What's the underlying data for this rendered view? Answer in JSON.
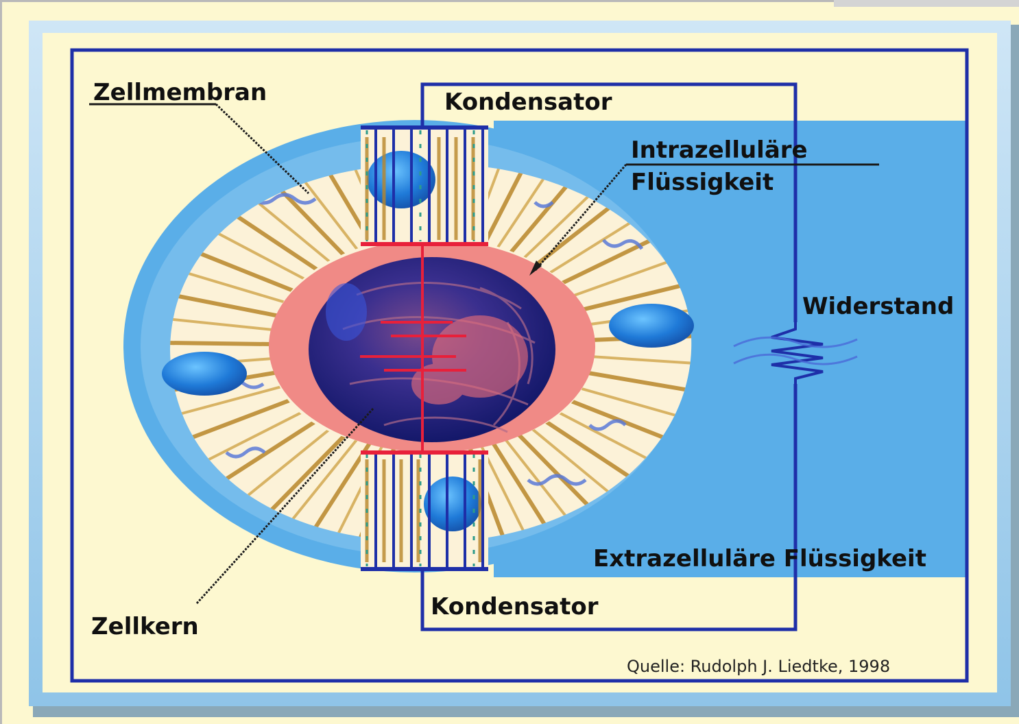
{
  "labels": {
    "zellmembran": "Zellmembran",
    "kondensator_top": "Kondensator",
    "intrazellulaer_line1": "Intrazelluläre",
    "intrazellulaer_line2": "Flüssigkeit",
    "widerstand": "Widerstand",
    "extrazellulaer": "Extrazelluläre Flüssigkeit",
    "kondensator_bottom": "Kondensator",
    "zellkern": "Zellkern",
    "quelle": "Quelle: Rudolph J. Liedtke, 1998"
  },
  "colors": {
    "background": "#fdf8d0",
    "panel_blue": "#5aaee8",
    "frame_blue": "#1e2fa8",
    "cytoplasm_pink": "#f08a86",
    "nucleus": "#2a2c8a",
    "organelle": "#1e74d8",
    "membrane_band": "#fcf2d8"
  }
}
